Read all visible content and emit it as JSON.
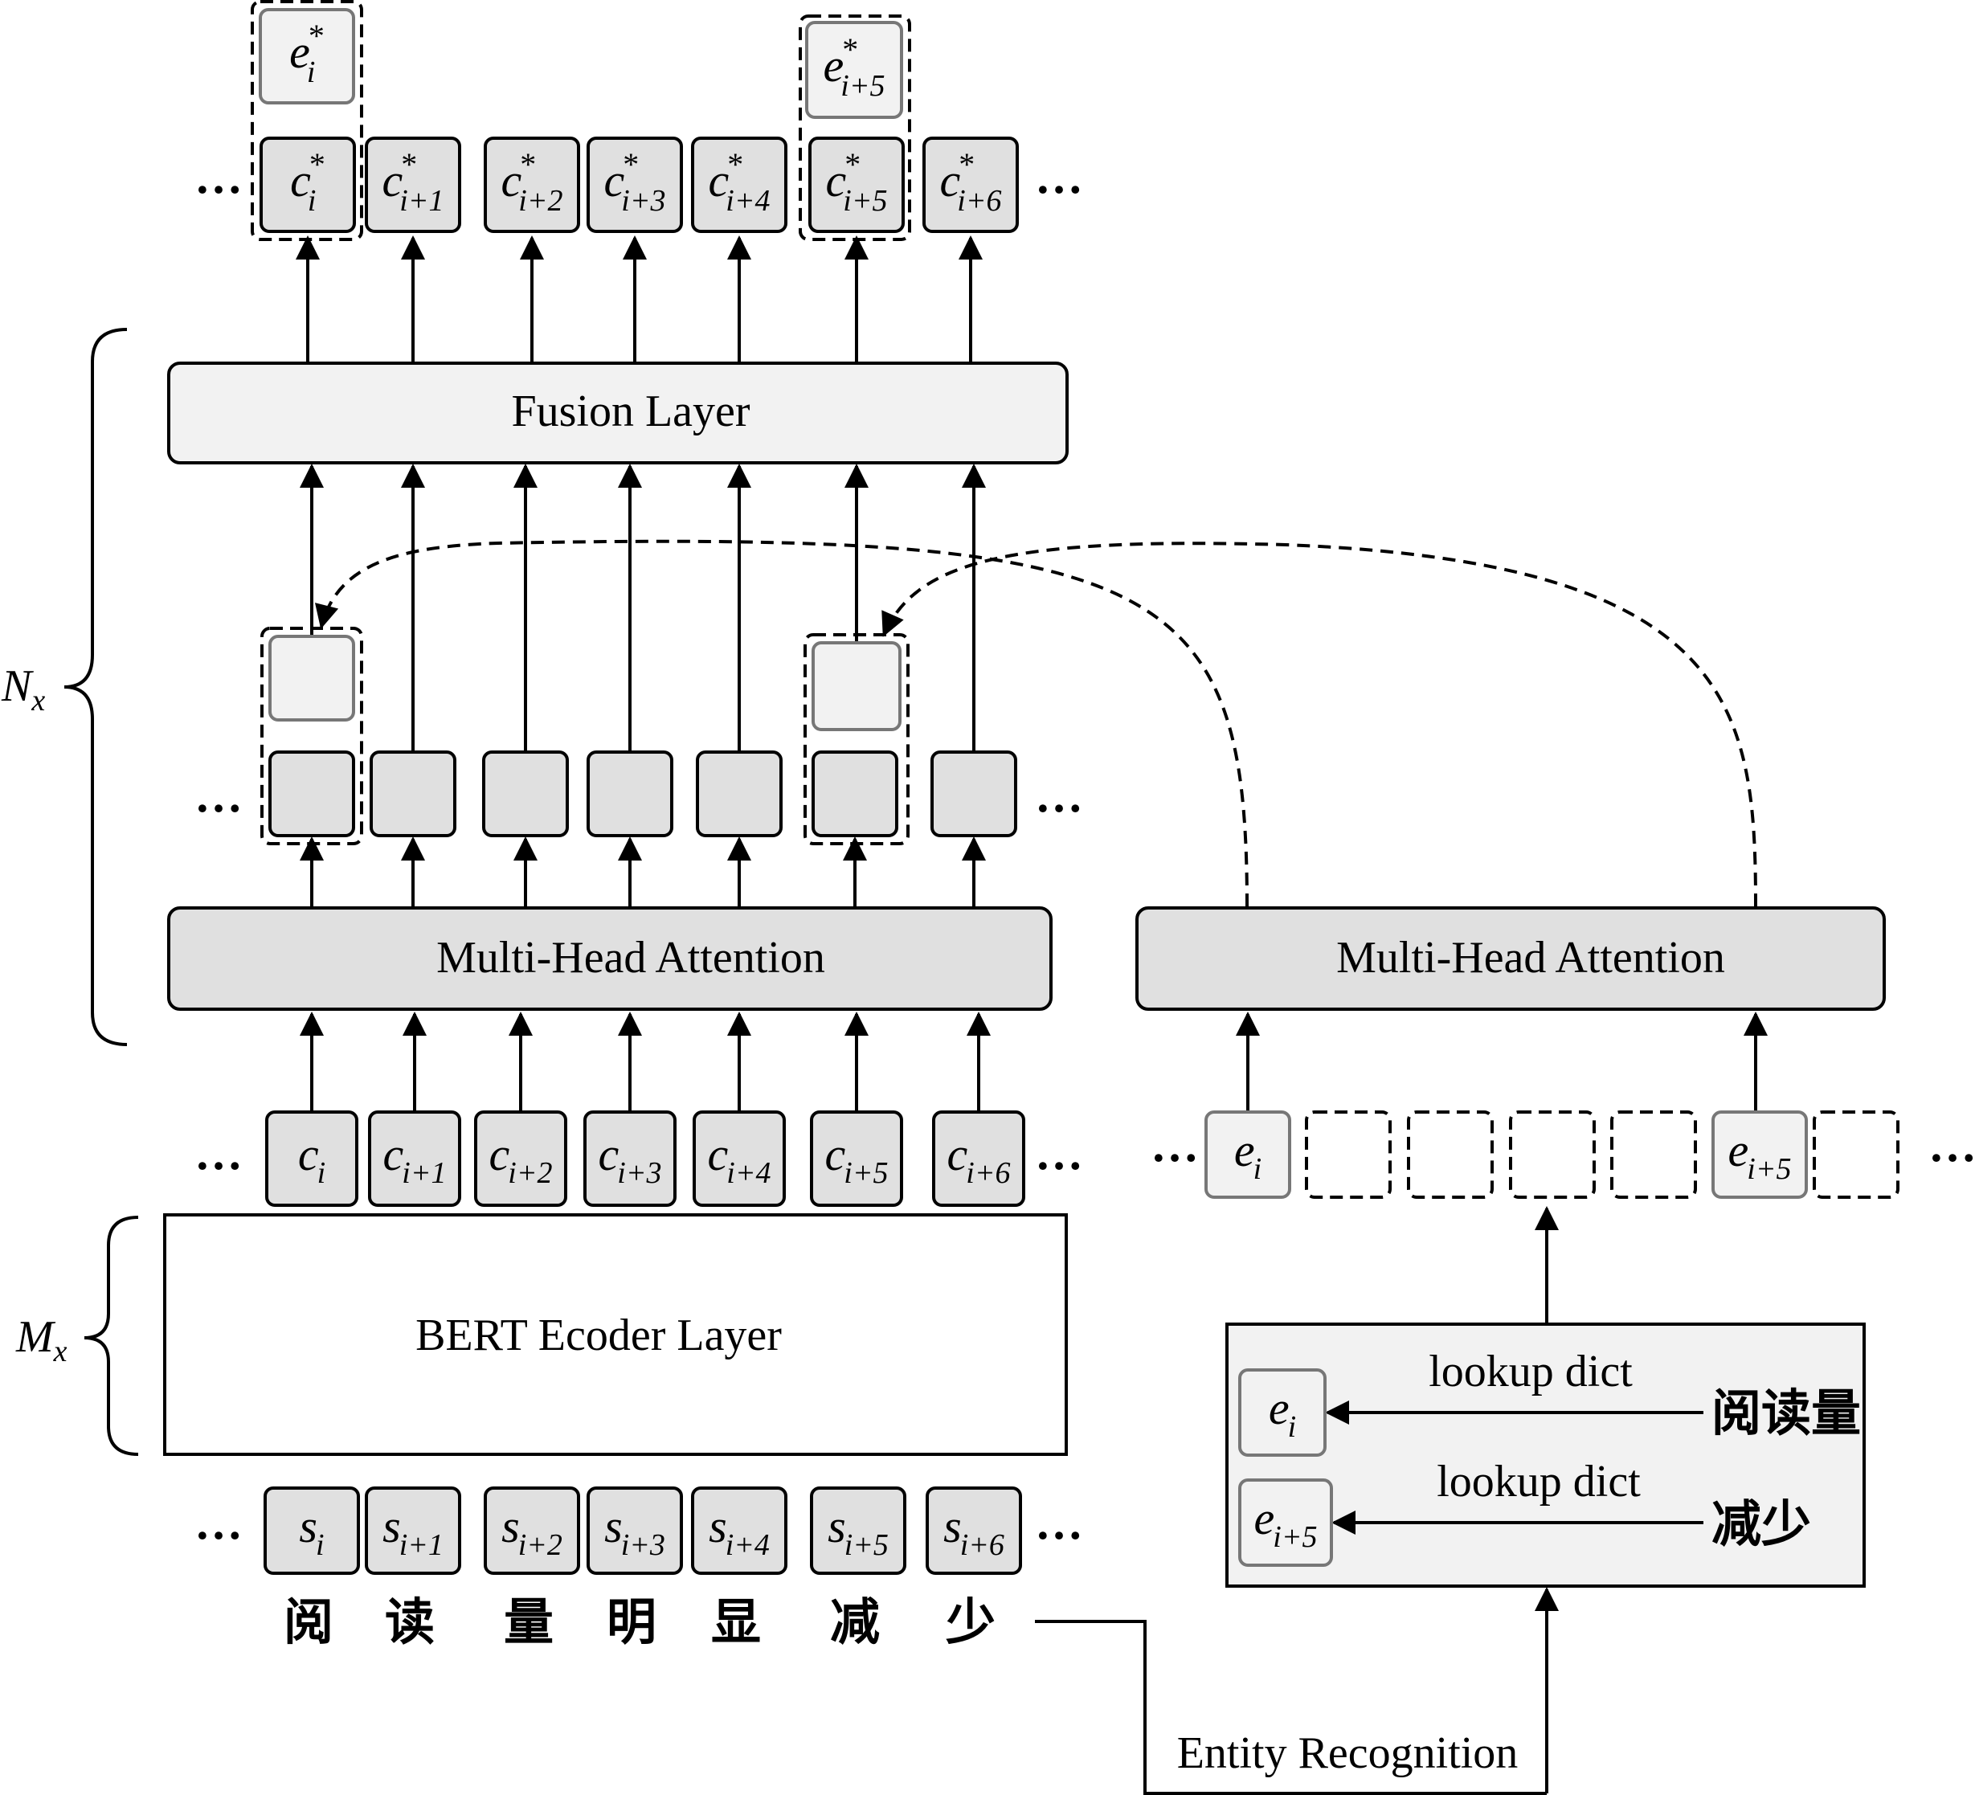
{
  "layers": {
    "fusion": "Fusion Layer",
    "mha_left": "Multi-Head Attention",
    "mha_right": "Multi-Head Attention",
    "bert": "BERT Ecoder Layer",
    "entity_recognition": "Entity Recognition"
  },
  "brackets": {
    "n": "N",
    "n_sub": "x",
    "m": "M",
    "m_sub": "x"
  },
  "ellipsis": "…",
  "tokens": {
    "s": [
      {
        "base": "s",
        "sub": "i"
      },
      {
        "base": "s",
        "sub": "i+1"
      },
      {
        "base": "s",
        "sub": "i+2"
      },
      {
        "base": "s",
        "sub": "i+3"
      },
      {
        "base": "s",
        "sub": "i+4"
      },
      {
        "base": "s",
        "sub": "i+5"
      },
      {
        "base": "s",
        "sub": "i+6"
      }
    ],
    "c": [
      {
        "base": "c",
        "sub": "i"
      },
      {
        "base": "c",
        "sub": "i+1"
      },
      {
        "base": "c",
        "sub": "i+2"
      },
      {
        "base": "c",
        "sub": "i+3"
      },
      {
        "base": "c",
        "sub": "i+4"
      },
      {
        "base": "c",
        "sub": "i+5"
      },
      {
        "base": "c",
        "sub": "i+6"
      }
    ],
    "c_star": [
      {
        "base": "c",
        "sub": "i",
        "sup": "*"
      },
      {
        "base": "c",
        "sub": "i+1",
        "sup": "*"
      },
      {
        "base": "c",
        "sub": "i+2",
        "sup": "*"
      },
      {
        "base": "c",
        "sub": "i+3",
        "sup": "*"
      },
      {
        "base": "c",
        "sub": "i+4",
        "sup": "*"
      },
      {
        "base": "c",
        "sub": "i+5",
        "sup": "*"
      },
      {
        "base": "c",
        "sub": "i+6",
        "sup": "*"
      }
    ],
    "e_star": [
      {
        "base": "e",
        "sub": "i",
        "sup": "*"
      },
      {
        "base": "e",
        "sub": "i+5",
        "sup": "*"
      }
    ],
    "e": [
      {
        "base": "e",
        "sub": "i"
      },
      {
        "base": "e",
        "sub": "i+5"
      }
    ]
  },
  "chars": [
    "阅",
    "读",
    "量",
    "明",
    "显",
    "减",
    "少"
  ],
  "lookup": [
    {
      "label": "lookup dict",
      "entity": {
        "base": "e",
        "sub": "i"
      },
      "word": "阅读量"
    },
    {
      "label": "lookup dict",
      "entity": {
        "base": "e",
        "sub": "i+5"
      },
      "word": "减少"
    }
  ],
  "colors": {
    "box_fill_dark": "#e0e0e0",
    "box_fill_light": "#f2f2f2",
    "stroke": "#000000",
    "entity_stroke": "#777777"
  }
}
